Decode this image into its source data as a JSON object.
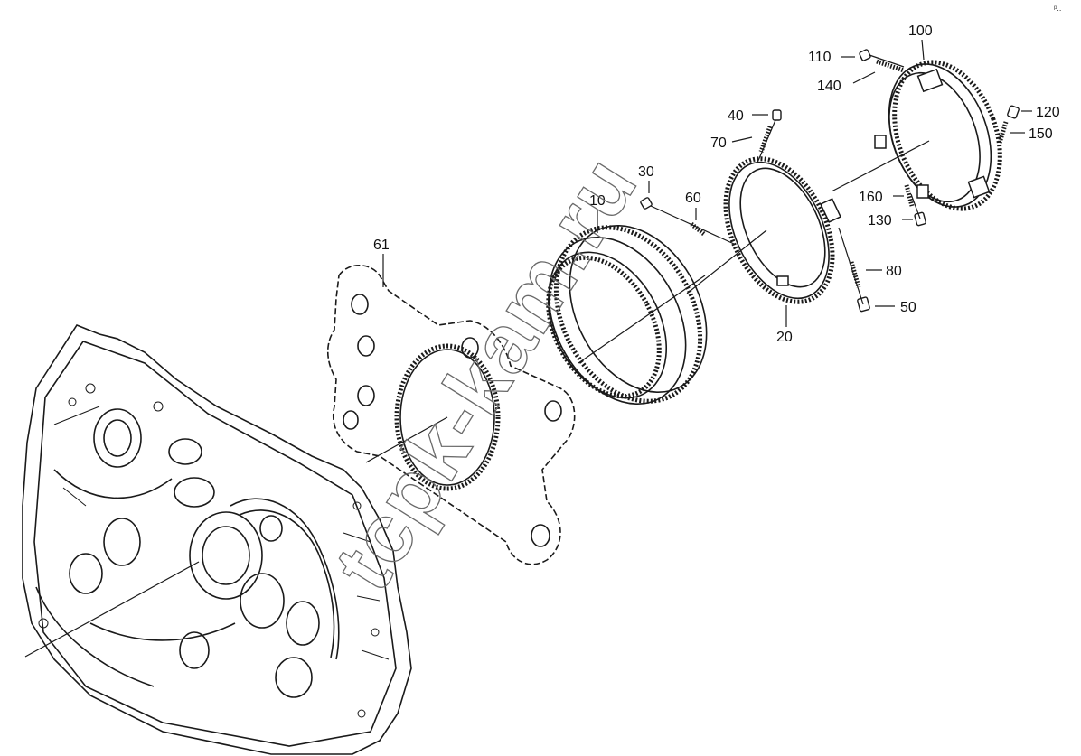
{
  "diagram": {
    "watermark": "tcpk-kam.ru",
    "corner_mark": "ᵖ..",
    "callouts": [
      {
        "id": "100",
        "label": "100",
        "part": "synchronizer-ring"
      },
      {
        "id": "110",
        "label": "110",
        "part": "pin"
      },
      {
        "id": "140",
        "label": "140",
        "part": "spring"
      },
      {
        "id": "120",
        "label": "120",
        "part": "pin"
      },
      {
        "id": "150",
        "label": "150",
        "part": "spring"
      },
      {
        "id": "160",
        "label": "160",
        "part": "spring"
      },
      {
        "id": "130",
        "label": "130",
        "part": "pin"
      },
      {
        "id": "40",
        "label": "40",
        "part": "pin"
      },
      {
        "id": "70",
        "label": "70",
        "part": "spring"
      },
      {
        "id": "30",
        "label": "30",
        "part": "pin"
      },
      {
        "id": "60",
        "label": "60",
        "part": "spring"
      },
      {
        "id": "10",
        "label": "10",
        "part": "ring-gear"
      },
      {
        "id": "80",
        "label": "80",
        "part": "spring"
      },
      {
        "id": "50",
        "label": "50",
        "part": "pin"
      },
      {
        "id": "20",
        "label": "20",
        "part": "synchronizer-ring"
      },
      {
        "id": "61",
        "label": "61",
        "part": "gasket-plate"
      }
    ]
  }
}
